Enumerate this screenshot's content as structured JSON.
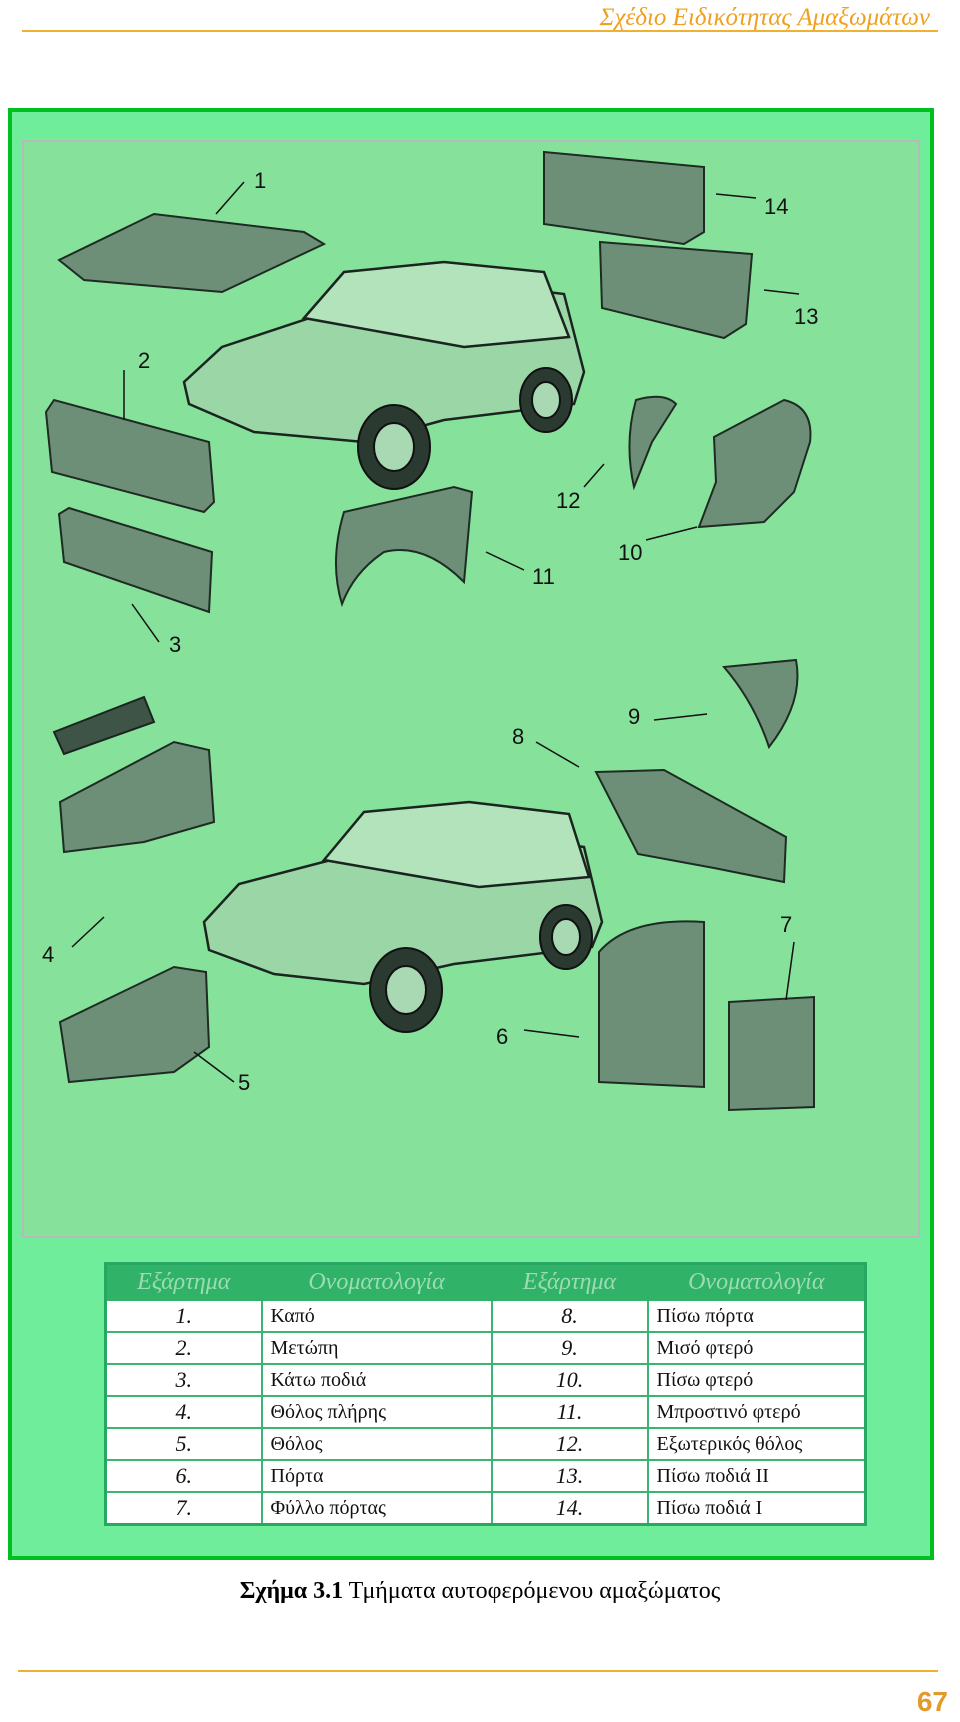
{
  "header": {
    "title": "Σχέδιο Ειδικότητας Αμαξωμάτων"
  },
  "figure": {
    "callouts": [
      "1",
      "2",
      "3",
      "4",
      "5",
      "6",
      "7",
      "8",
      "9",
      "10",
      "11",
      "12",
      "13",
      "14"
    ]
  },
  "table": {
    "headers": [
      "Εξάρτημα",
      "Ονοματολογία",
      "Εξάρτημα",
      "Ονοματολογία"
    ],
    "rows": [
      {
        "n1": "1.",
        "name1": "Καπό",
        "n2": "8.",
        "name2": "Πίσω πόρτα"
      },
      {
        "n1": "2.",
        "name1": "Μετώπη",
        "n2": "9.",
        "name2": "Μισό φτερό"
      },
      {
        "n1": "3.",
        "name1": "Κάτω ποδιά",
        "n2": "10.",
        "name2": "Πίσω φτερό"
      },
      {
        "n1": "4.",
        "name1": "Θόλος πλήρης",
        "n2": "11.",
        "name2": "Μπροστινό φτερό"
      },
      {
        "n1": "5.",
        "name1": "Θόλος",
        "n2": "12.",
        "name2": "Εξωτερικός θόλος"
      },
      {
        "n1": "6.",
        "name1": "Πόρτα",
        "n2": "13.",
        "name2": "Πίσω ποδιά ΙΙ"
      },
      {
        "n1": "7.",
        "name1": "Φύλλο πόρτας",
        "n2": "14.",
        "name2": "Πίσω ποδιά Ι"
      }
    ]
  },
  "caption": {
    "label": "Σχήμα 3.1",
    "text": "Τμήματα αυτοφερόμενου αμαξώματος"
  },
  "footer": {
    "page_number": "67"
  }
}
